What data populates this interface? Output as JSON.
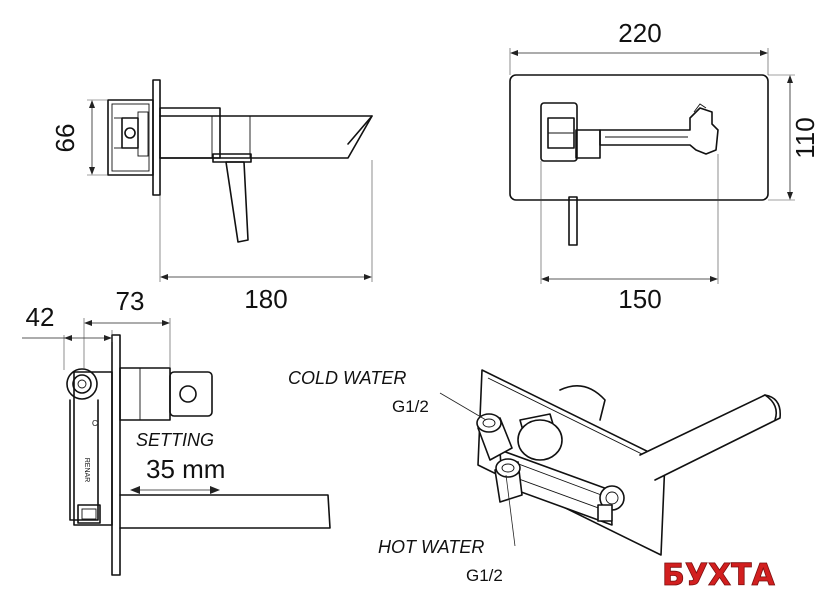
{
  "dimensions": {
    "side_height": "66",
    "side_length": "180",
    "front_width": "220",
    "front_height": "110",
    "front_spout_width": "150",
    "top_offset_small": "42",
    "top_offset_large": "73",
    "setting_range": "35 mm"
  },
  "labels": {
    "setting": "SETTING",
    "cold_water": "COLD WATER",
    "cold_thread": "G1/2",
    "hot_water": "HOT WATER",
    "hot_thread": "G1/2"
  },
  "watermark": {
    "text": "БУХТА",
    "color": "#d21f1f"
  }
}
